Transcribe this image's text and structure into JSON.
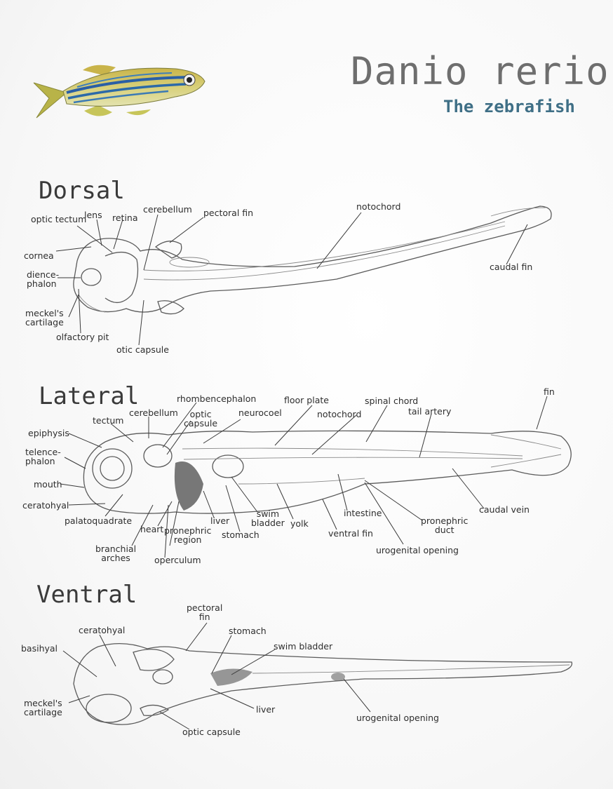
{
  "header": {
    "title": "Danio rerio",
    "subtitle": "The zebrafish"
  },
  "colors": {
    "title": "#6e6e6e",
    "subtitle": "#3f6f86",
    "pencil": "#5b5b5b"
  },
  "dorsal": {
    "title": "Dorsal",
    "labels": {
      "optic_tectum": "optic tectum",
      "lens": "lens",
      "retina": "retina",
      "cerebellum": "cerebellum",
      "pectoral_fin": "pectoral fin",
      "notochord": "notochord",
      "cornea": "cornea",
      "diencephalon_1": "dience-",
      "diencephalon_2": "phalon",
      "meckels_1": "meckel's",
      "meckels_2": "cartilage",
      "olfactory_pit": "olfactory pit",
      "otic_capsule": "otic capsule",
      "caudal_fin": "caudal fin"
    }
  },
  "lateral": {
    "title": "Lateral",
    "labels": {
      "rhombencephalon": "rhombencephalon",
      "fin": "fin",
      "floor_plate": "floor plate",
      "spinal_chord": "spinal chord",
      "cerebellum": "cerebellum",
      "optic_capsule_1": "optic",
      "optic_capsule_2": "capsule",
      "neurocoel": "neurocoel",
      "notochord": "notochord",
      "tail_artery": "tail artery",
      "tectum": "tectum",
      "epiphysis": "epiphysis",
      "telencephalon_1": "telence-",
      "telencephalon_2": "phalon",
      "mouth": "mouth",
      "ceratohyal": "ceratohyal",
      "palatoquadrate": "palatoquadrate",
      "heart": "heart",
      "pronephric_region_1": "pronephric",
      "pronephric_region_2": "region",
      "liver": "liver",
      "swim_bladder_1": "swim",
      "swim_bladder_2": "bladder",
      "yolk": "yolk",
      "stomach": "stomach",
      "intestine": "intestine",
      "ventral_fin": "ventral fin",
      "pronephric_duct_1": "pronephric",
      "pronephric_duct_2": "duct",
      "caudal_vein": "caudal vein",
      "urogenital_opening": "urogenital opening",
      "branchial_1": "branchial",
      "branchial_2": "arches",
      "operculum": "operculum"
    }
  },
  "ventral": {
    "title": "Ventral",
    "labels": {
      "pectoral_fin_1": "pectoral",
      "pectoral_fin_2": "fin",
      "ceratohyal": "ceratohyal",
      "stomach": "stomach",
      "swim_bladder": "swim bladder",
      "basihyal": "basihyal",
      "meckels_1": "meckel's",
      "meckels_2": "cartilage",
      "liver": "liver",
      "urogenital_opening": "urogenital opening",
      "optic_capsule": "optic capsule"
    }
  }
}
